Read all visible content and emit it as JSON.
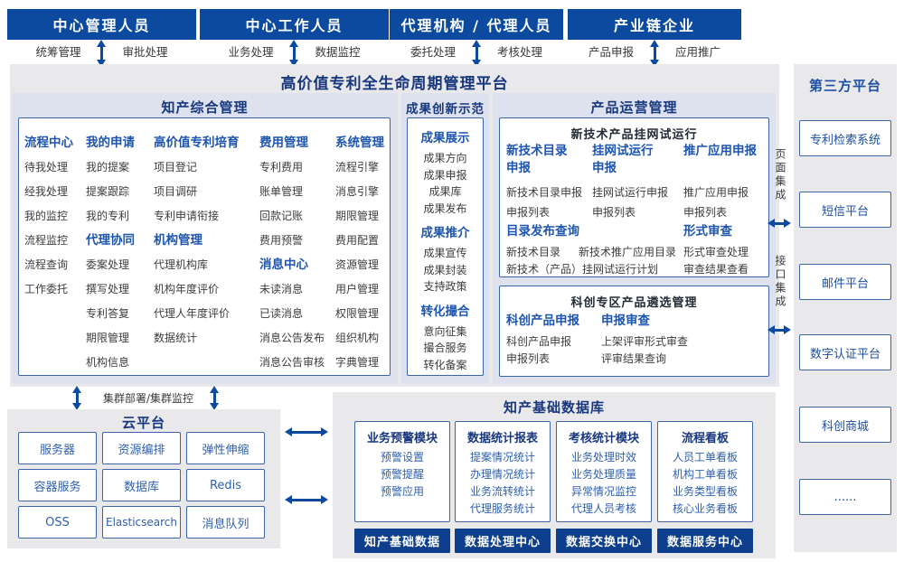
{
  "colors": {
    "banner": "#0b4a9f",
    "title_navy": "#17377e",
    "group_blue": "#1d55b0",
    "item_gray": "#3c3c3c",
    "light_blue": "#2d5fae",
    "bar_navy": "#0d3f8e",
    "panel_gray": "#e9e9eb",
    "section_bluegray": "#dde2ee",
    "box_border": "#3c64a8"
  },
  "roles": [
    {
      "title": "中心管理人员",
      "left": "统筹管理",
      "right": "审批处理"
    },
    {
      "title": "中心工作人员",
      "left": "业务处理",
      "right": "数据监控"
    },
    {
      "title": "代理机构 / 代理人员",
      "left": "委托处理",
      "right": "考核处理"
    },
    {
      "title": "产业链企业",
      "left": "产品申报",
      "right": "应用推广"
    }
  ],
  "platform": {
    "title": "高价值专利全生命周期管理平台"
  },
  "secA": {
    "title": "知产综合管理",
    "cols": [
      {
        "groups": [
          {
            "h": "流程中心",
            "items": [
              "待我处理",
              "经我处理",
              "我的监控",
              "流程监控",
              "流程查询",
              "工作委托"
            ]
          }
        ]
      },
      {
        "groups": [
          {
            "h": "我的申请",
            "items": [
              "我的提案",
              "提案跟踪",
              "我的专利"
            ]
          },
          {
            "h": "代理协同",
            "items": [
              "委案处理",
              "撰写处理",
              "专利答复",
              "期限管理",
              "机构信息"
            ]
          }
        ]
      },
      {
        "groups": [
          {
            "h": "高价值专利培育",
            "items": [
              "项目登记",
              "项目调研",
              "专利申请衔接"
            ]
          },
          {
            "h": "机构管理",
            "items": [
              "代理机构库",
              "机构年度评价",
              "代理人年度评价",
              "数据统计"
            ]
          }
        ]
      },
      {
        "groups": [
          {
            "h": "费用管理",
            "items": [
              "专利费用",
              "账单管理",
              "回款记账",
              "费用预警"
            ]
          },
          {
            "h": "消息中心",
            "items": [
              "未读消息",
              "已读消息",
              "消息公告发布",
              "消息公告审核"
            ]
          }
        ]
      },
      {
        "groups": [
          {
            "h": "系统管理",
            "items": [
              "流程引擎",
              "消息引擎",
              "期限管理",
              "费用配置",
              "资源管理",
              "用户管理",
              "权限管理",
              "组织机构",
              "字典管理"
            ]
          }
        ]
      }
    ]
  },
  "secB": {
    "title": "成果创新示范",
    "groups": [
      {
        "h": "成果展示",
        "items": [
          "成果方向",
          "成果申报",
          "成果库",
          "成果发布"
        ]
      },
      {
        "h": "成果推介",
        "items": [
          "成果宣传",
          "成果封装",
          "支持政策"
        ]
      },
      {
        "h": "转化撮合",
        "items": [
          "意向征集",
          "撮合服务",
          "转化备案"
        ]
      }
    ]
  },
  "secC": {
    "title": "产品运营管理",
    "box1": {
      "title": "新技术产品挂网试运行",
      "groups": [
        {
          "h": "新技术目录申报",
          "items": [
            "新技术目录申报",
            "申报列表"
          ]
        },
        {
          "h": "挂网试运行申报",
          "items": [
            "挂网试运行申报",
            "申报列表"
          ]
        },
        {
          "h": "推广应用申报",
          "items": [
            "推广应用申报",
            "申报列表"
          ]
        }
      ],
      "catalog": {
        "h": "目录发布查询",
        "row1a": "新技术目录",
        "row1b": "新技术推广应用目录",
        "row2": "新技术（产品）挂网试运行计划"
      },
      "review": {
        "h": "形式审查",
        "items": [
          "形式审查处理",
          "审查结果查看"
        ]
      }
    },
    "box2": {
      "title": "科创专区产品遴选管理",
      "groups": [
        {
          "h": "科创产品申报",
          "items": [
            "科创产品申报",
            "申报列表"
          ]
        },
        {
          "h": "申报审查",
          "items": [
            "上架评审形式审查",
            "评审结果查询"
          ]
        }
      ]
    }
  },
  "integration": {
    "page": "页面集成",
    "api": "接口集成"
  },
  "thirdParty": {
    "title": "第三方平台",
    "items": [
      "专利检索系统",
      "短信平台",
      "邮件平台",
      "数字认证平台",
      "科创商城",
      "......"
    ]
  },
  "cluster": {
    "label": "集群部署/集群监控"
  },
  "cloud": {
    "title": "云平台",
    "items": [
      "服务器",
      "资源编排",
      "弹性伸缩",
      "容器服务",
      "数据库",
      "Redis",
      "OSS",
      "Elasticsearch",
      "消息队列"
    ]
  },
  "dataHub": {
    "title": "知产基础数据库",
    "modules": [
      {
        "h": "业务预警模块",
        "items": [
          "预警设置",
          "预警提醒",
          "预警应用"
        ]
      },
      {
        "h": "数据统计报表",
        "items": [
          "提案情况统计",
          "办理情况统计",
          "业务流转统计",
          "代理服务统计"
        ]
      },
      {
        "h": "考核统计模块",
        "items": [
          "业务处理时效",
          "业务处理质量",
          "异常情况监控",
          "代理人员考核"
        ]
      },
      {
        "h": "流程看板",
        "items": [
          "人员工单看板",
          "机构工单看板",
          "业务类型看板",
          "核心业务看板"
        ]
      }
    ],
    "bars": [
      "知产基础数据",
      "数据处理中心",
      "数据交换中心",
      "数据服务中心"
    ]
  }
}
